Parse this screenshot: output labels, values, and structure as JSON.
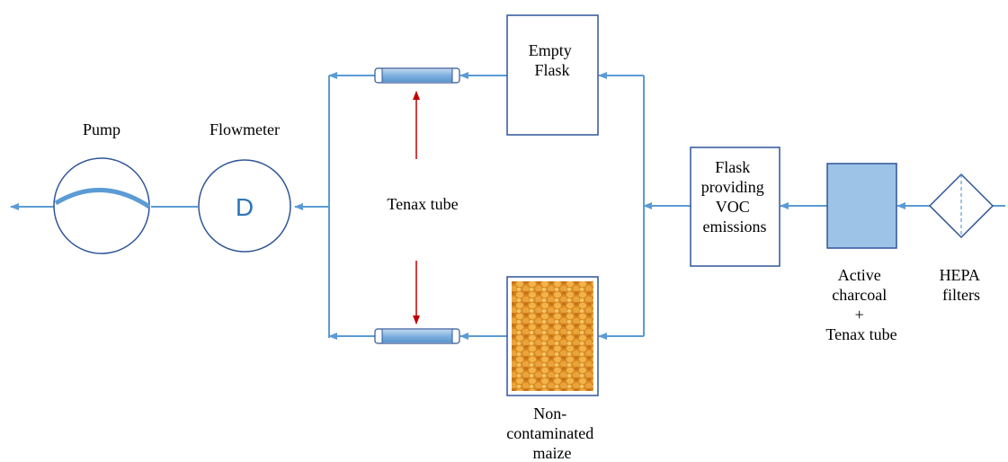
{
  "colors": {
    "line": "#5b9bd5",
    "box_stroke": "#2f5597",
    "fill_blue": "#9dc3e6",
    "flow_arrow": "#5b9bd5",
    "red_arrow": "#c00000",
    "maize": "#e0922a"
  },
  "labels": {
    "pump": "Pump",
    "flowmeter": "Flowmeter",
    "flowmeter_dial": "D",
    "tenax_tube": "Tenax tube",
    "empty_flask": [
      "Empty",
      "Flask"
    ],
    "non_contaminated_maize": [
      "Non-",
      "contaminated",
      "maize"
    ],
    "flask_voc": [
      "Flask",
      "providing",
      "VOC",
      "emissions"
    ],
    "charcoal": [
      "Active",
      "charcoal",
      "+",
      "Tenax tube"
    ],
    "hepa": [
      "HEPA",
      "filters"
    ]
  },
  "icons": [
    "pump-icon",
    "flowmeter-icon",
    "tenax-tube-icon",
    "hepa-filter-icon",
    "charcoal-cartridge-icon",
    "maize-kernels-image"
  ]
}
